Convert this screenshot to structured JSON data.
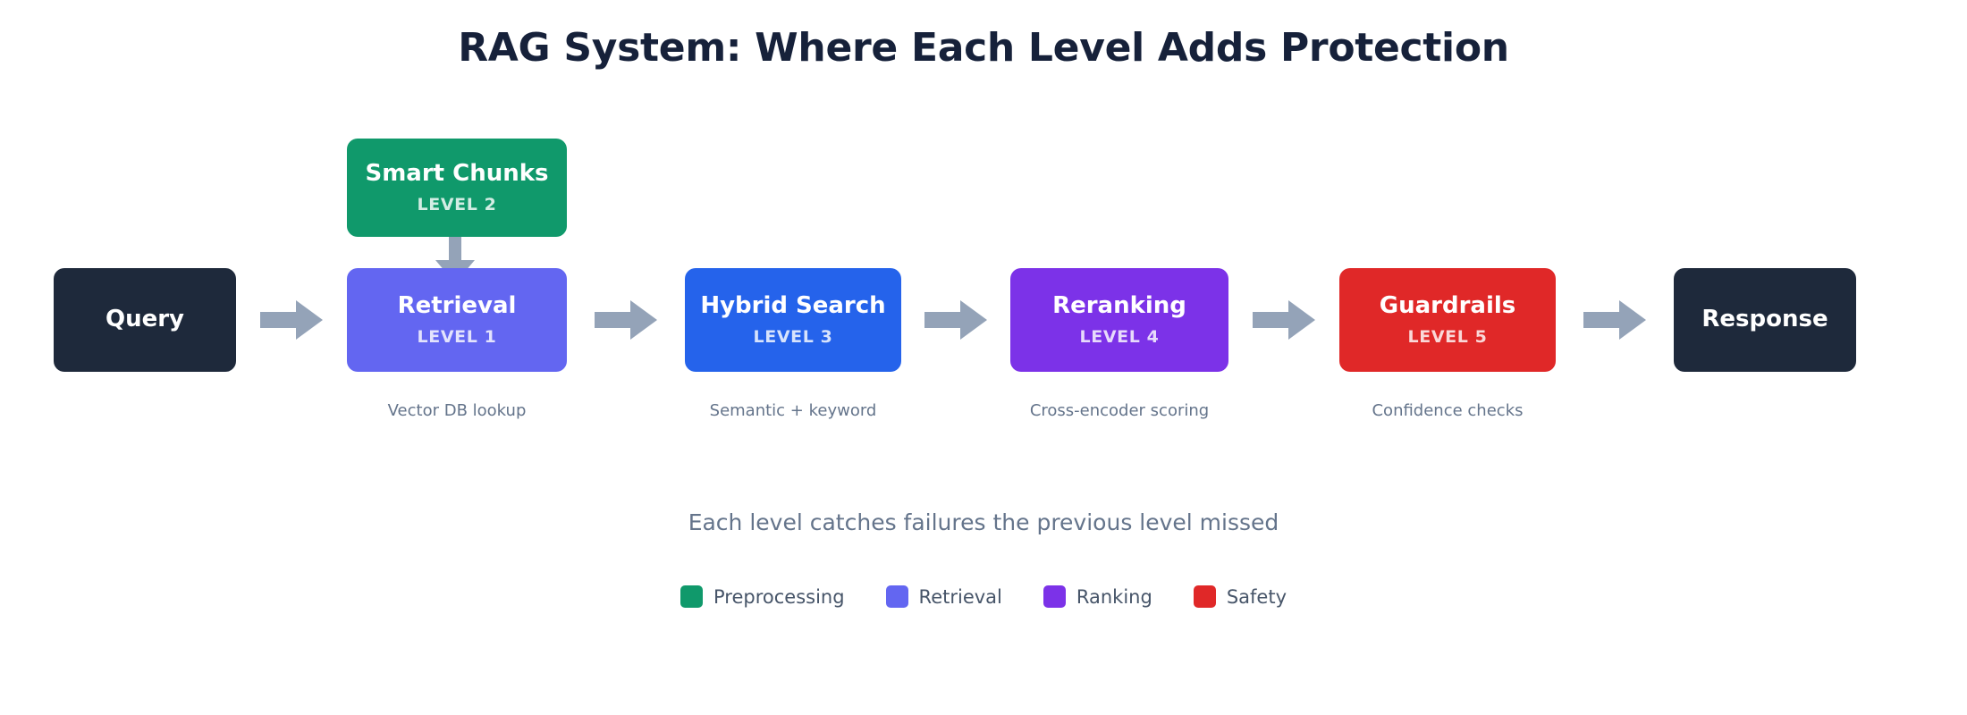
{
  "title": "RAG System: Where Each Level Adds Protection",
  "subtitle": "Each level catches failures the previous level missed",
  "colors": {
    "dark": "#1e293b",
    "green": "#10996b",
    "indigo": "#6366f1",
    "blue": "#2563eb",
    "violet": "#7c32e8",
    "red": "#e02828",
    "arrow": "#94a3b8",
    "caption": "#64748b",
    "title": "#16213a",
    "background": "#ffffff"
  },
  "branch": {
    "node": {
      "label": "Smart Chunks",
      "level": "LEVEL 2",
      "color": "#10996b",
      "icon": "smart-chunks-node"
    },
    "connector_icon": "arrow-down-icon"
  },
  "pipeline": {
    "nodes": [
      {
        "label": "Query",
        "level": "",
        "color": "#1e293b",
        "caption": ""
      },
      {
        "label": "Retrieval",
        "level": "LEVEL 1",
        "color": "#6366f1",
        "caption": "Vector DB lookup"
      },
      {
        "label": "Hybrid Search",
        "level": "LEVEL 3",
        "color": "#2563eb",
        "caption": "Semantic + keyword"
      },
      {
        "label": "Reranking",
        "level": "LEVEL 4",
        "color": "#7c32e8",
        "caption": "Cross-encoder scoring"
      },
      {
        "label": "Guardrails",
        "level": "LEVEL 5",
        "color": "#e02828",
        "caption": "Confidence checks"
      },
      {
        "label": "Response",
        "level": "",
        "color": "#1e293b",
        "caption": ""
      }
    ],
    "arrow_icon": "arrow-right-icon",
    "arrow_count": 5
  },
  "legend": {
    "items": [
      {
        "label": "Preprocessing",
        "color": "#10996b"
      },
      {
        "label": "Retrieval",
        "color": "#6366f1"
      },
      {
        "label": "Ranking",
        "color": "#7c32e8"
      },
      {
        "label": "Safety",
        "color": "#e02828"
      }
    ]
  }
}
